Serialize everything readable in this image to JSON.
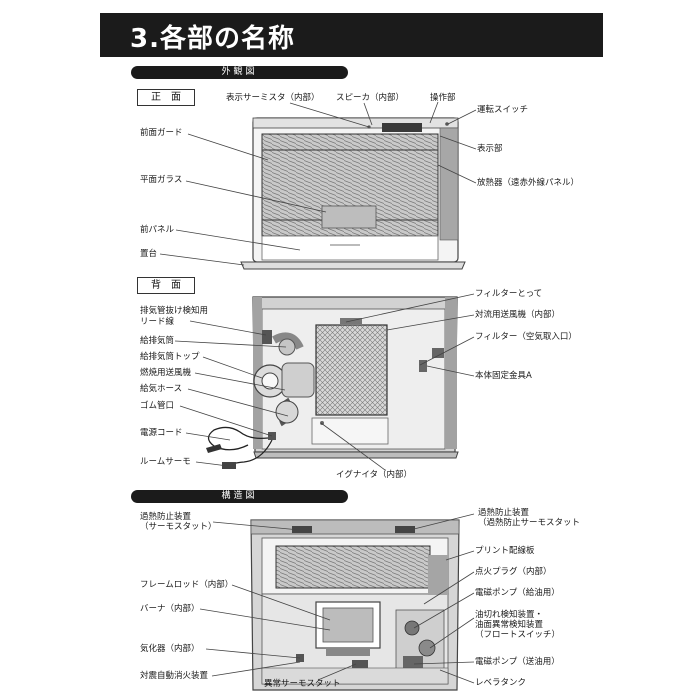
{
  "title": "3.各部の名称",
  "sections": {
    "exterior": "外観図",
    "structure": "構造図"
  },
  "tags": {
    "front": "正面",
    "back": "背面"
  },
  "front_labels": {
    "display_thermistor": "表示サーミスタ（内部）",
    "speaker": "スピーカ（内部）",
    "control_panel": "操作部",
    "power_switch": "運転スイッチ",
    "front_guard": "前面ガード",
    "display": "表示部",
    "flat_glass": "平面ガラス",
    "radiator": "放熱器（遠赤外線パネル）",
    "front_panel": "前パネル",
    "base": "置台"
  },
  "back_labels": {
    "filter_handle": "フィルターとって",
    "exhaust_lead_1": "排気管抜け検知用",
    "exhaust_lead_2": "リード線",
    "convection_fan": "対流用送風機（内部）",
    "supply_exhaust_pipe": "給排気筒",
    "filter_intake": "フィルター（空気取入口）",
    "pipe_top": "給排気筒トップ",
    "combustion_fan": "燃焼用送風機",
    "fixing_bracket": "本体固定金具A",
    "supply_hose": "給気ホース",
    "rubber_cap": "ゴム管口",
    "power_cord": "電源コード",
    "room_thermo": "ルームサーモ",
    "igniter": "イグナイタ（内部）"
  },
  "structure_labels": {
    "overheat_left_1": "過熱防止装置",
    "overheat_left_2": "（サーモスタット）",
    "overheat_right_1": "過熱防止装置",
    "overheat_right_2": "（過熱防止サーモスタット",
    "pcb": "プリント配線板",
    "ignition_plug": "点火プラグ（内部）",
    "flame_rod": "フレームロッド（内部）",
    "pump_supply": "電磁ポンプ（給油用）",
    "burner": "バーナ（内部）",
    "oil_detect_1": "油切れ検知装置・",
    "oil_detect_2": "油面異常検知装置",
    "oil_detect_3": "（フロートスイッチ）",
    "vaporizer": "気化器（内部）",
    "pump_feed": "電磁ポンプ（送油用）",
    "seismic": "対震自動消火装置",
    "abnormal_thermo": "異常サーモスタット",
    "lever_tank": "レベラタンク"
  }
}
